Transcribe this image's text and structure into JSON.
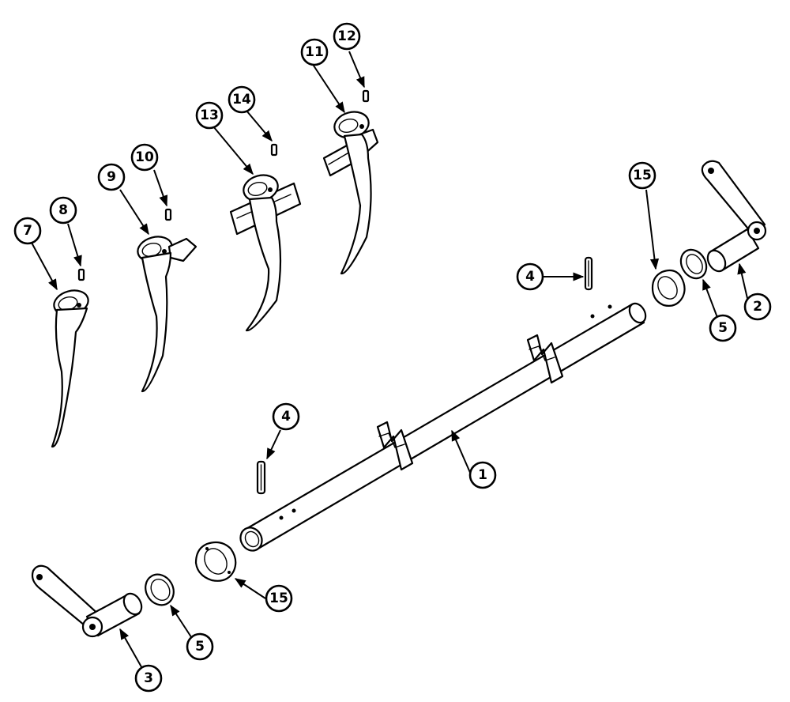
{
  "colors": {
    "ink": "#000000",
    "paper": "#ffffff"
  },
  "callouts": [
    {
      "id": "c1",
      "label": "1"
    },
    {
      "id": "c2",
      "label": "2"
    },
    {
      "id": "c3",
      "label": "3"
    },
    {
      "id": "c4a",
      "label": "4"
    },
    {
      "id": "c4b",
      "label": "4"
    },
    {
      "id": "c5a",
      "label": "5"
    },
    {
      "id": "c5b",
      "label": "5"
    },
    {
      "id": "c7",
      "label": "7"
    },
    {
      "id": "c8",
      "label": "8"
    },
    {
      "id": "c9",
      "label": "9"
    },
    {
      "id": "c10",
      "label": "10"
    },
    {
      "id": "c11",
      "label": "11"
    },
    {
      "id": "c12",
      "label": "12"
    },
    {
      "id": "c13",
      "label": "13"
    },
    {
      "id": "c14",
      "label": "14"
    },
    {
      "id": "c15a",
      "label": "15"
    },
    {
      "id": "c15b",
      "label": "15"
    }
  ]
}
